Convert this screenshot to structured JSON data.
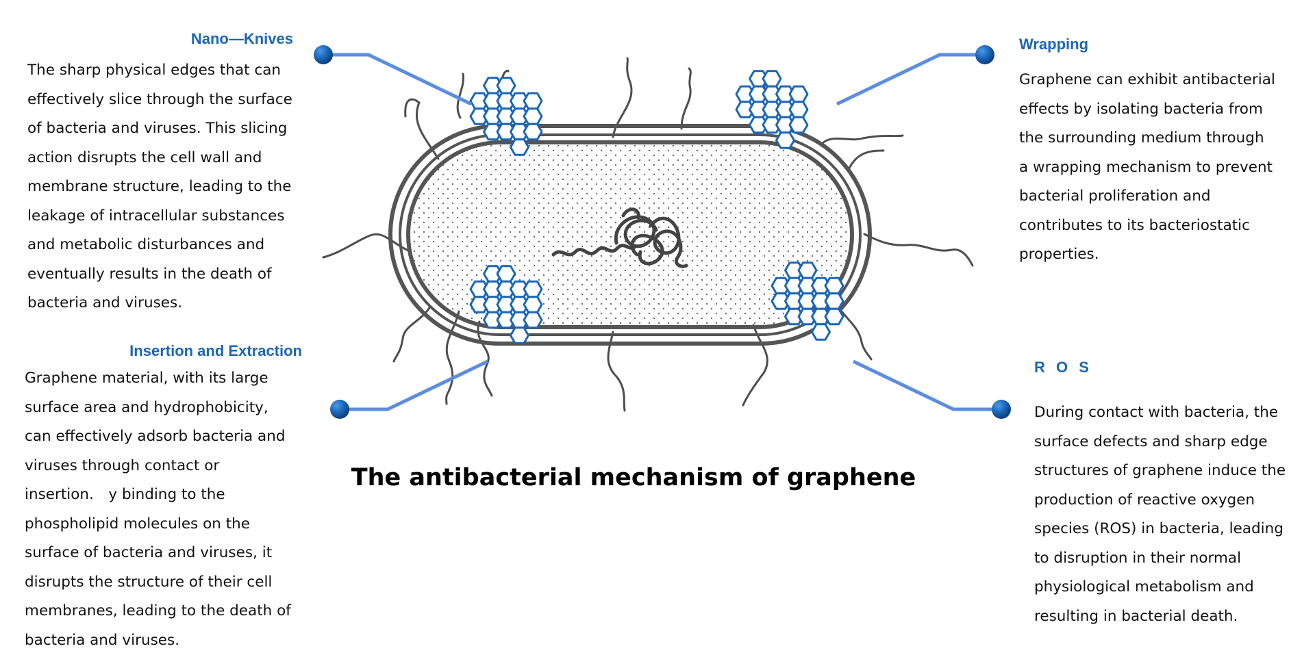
{
  "caption": "The antibacterial mechanism of graphene",
  "colors": {
    "accent_blue": "#1a66b8",
    "connector_blue": "#5b8de0",
    "cell_gray": "#555555"
  },
  "panels": {
    "nano_knives": {
      "title": "Nano—Knives",
      "lines": [
        "The sharp physical edges that can",
        "effectively slice through the surface",
        "of bacteria and viruses. This slicing",
        "action disrupts the cell wall and",
        "membrane structure, leading to the",
        "leakage of intracellular substances",
        "and metabolic disturbances and",
        "eventually results in the death of",
        "bacteria and viruses."
      ]
    },
    "insertion_extraction": {
      "title": "Insertion and Extraction",
      "lines": [
        "Graphene material, with its large",
        "surface area and hydrophobicity,",
        "can effectively adsorb bacteria and",
        "viruses through contact or",
        "insertion.　y binding to the",
        "phospholipid molecules on the",
        "surface of bacteria and viruses, it",
        "disrupts the structure of their cell",
        "membranes, leading to the death of",
        "bacteria and viruses."
      ]
    },
    "wrapping": {
      "title": "Wrapping",
      "lines": [
        "Graphene can exhibit antibacterial",
        "effects by isolating bacteria from",
        "the surrounding medium through",
        "a wrapping mechanism to prevent",
        "bacterial proliferation and",
        "contributes to its bacteriostatic",
        "properties."
      ]
    },
    "ros": {
      "title": "R O S",
      "lines": [
        "During contact with bacteria, the",
        "surface defects and sharp edge",
        "structures of graphene induce the",
        "production of reactive oxygen",
        "species (ROS) in bacteria, leading",
        "to disruption in their normal",
        "physiological metabolism and",
        "resulting in bacterial death."
      ]
    }
  }
}
